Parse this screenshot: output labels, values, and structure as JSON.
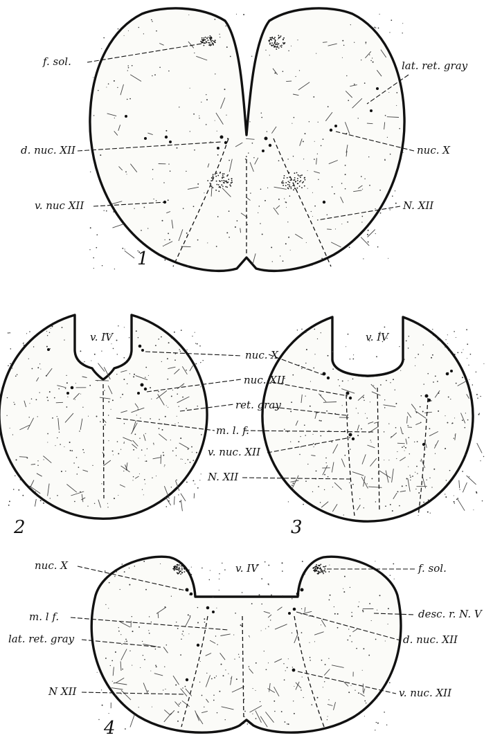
{
  "figures": [
    {
      "number": "1",
      "labels": [
        "f. sol.",
        "lat. ret. gray",
        "d. nuc. XII",
        "nuc. X",
        "v. nuc XII",
        "N. XII"
      ]
    },
    {
      "number": "2",
      "labels": [
        "v. IV"
      ]
    },
    {
      "number": "3",
      "labels": [
        "v. IV",
        "nuc. X",
        "nuc. XII",
        "ret. gray",
        "m. l. f.",
        "v. nuc. XII",
        "N. XII"
      ]
    },
    {
      "number": "4",
      "labels": [
        "v. IV",
        "nuc. X",
        "f. sol.",
        "m. l f.",
        "desc. r. N. V",
        "lat. ret. gray",
        "d. nuc. XII",
        "N XII",
        "v. nuc. XII"
      ]
    }
  ]
}
